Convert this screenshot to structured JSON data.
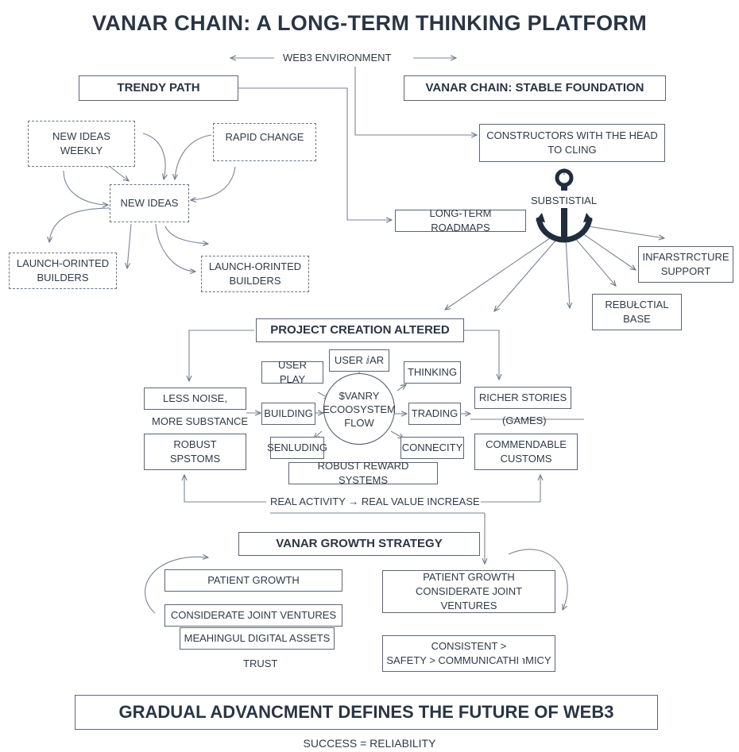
{
  "title": "VANAR CHAIN: A LONG-TERM THINKING PLATFORM",
  "environment_label": "WEB3 ENVIRONMENT",
  "trendy": {
    "header": "TRENDY PATH",
    "new_ideas_weekly": "NEW IDEAS WEEKLY",
    "rapid_change": "RAPID CHANGE",
    "new_ideas": "NEW IDEAS",
    "launch_left": "LAUNCH-ORINTED\nBUILDERS",
    "launch_right": "LAUNCH-ORINTED\nBUILDERS"
  },
  "vanar": {
    "header": "VANAR CHAIN: STABLE FOUNDATION",
    "constructors": "CONSTRUCTORS WITH THE HEAD\nTO CLING",
    "substistial": "SUBSTISTIAL",
    "roadmaps": "LONG-TERM ROADMAPS",
    "infrastructure": "INFARSTRCTURE\nSUPPORT",
    "rebuctial": "REBUŁCTIAL\nBASE"
  },
  "project": {
    "header": "PROJECT CREATION ALTERED",
    "less_noise": "LESS NOISE,",
    "more_substance": "MORE SUBSTANCE",
    "robust_systems": "ROBUST\nSPSTOMS",
    "user_play": "USER PLAY",
    "user_kar": "USER ⅈAR",
    "thinking": "THINKING",
    "building": "BUILDING",
    "center": "$VANRY\nECOOSYSTEM\nFLOW",
    "trading": "TRADING",
    "senluding": "SENLUDING",
    "connecity": "CONNECITY",
    "reward_systems": "ROBUST REWARD SYSTEMS",
    "richer_stories": "RICHER STORIES",
    "games": "(GAMES)",
    "commendable": "COMMENDABLE\nCUSTOMS",
    "real_activity": "REAL ACTIVITY → REAL VALUE INCREASE"
  },
  "growth": {
    "header": "VANAR GROWTH STRATEGY",
    "left_patient": "PATIENT GROWTH",
    "left_considerate": "CONSIDERATE JOINT VENTURES",
    "left_meaningful": "MEAHINGUL DIGITAL ASSETS",
    "trust": "TRUST",
    "right_patient": "PATIENT GROWTH\nCONSIDERATE JOINT VENTURES",
    "right_consistent": "CONSISTENT >\nSAFETY > COMMUNICATHI ℩MICY"
  },
  "footer": {
    "banner": "GRADUAL ADVANCMENT DEFINES THE FUTURE OF WEB3",
    "subtitle": "SUCCESS = RELIABILITY"
  }
}
